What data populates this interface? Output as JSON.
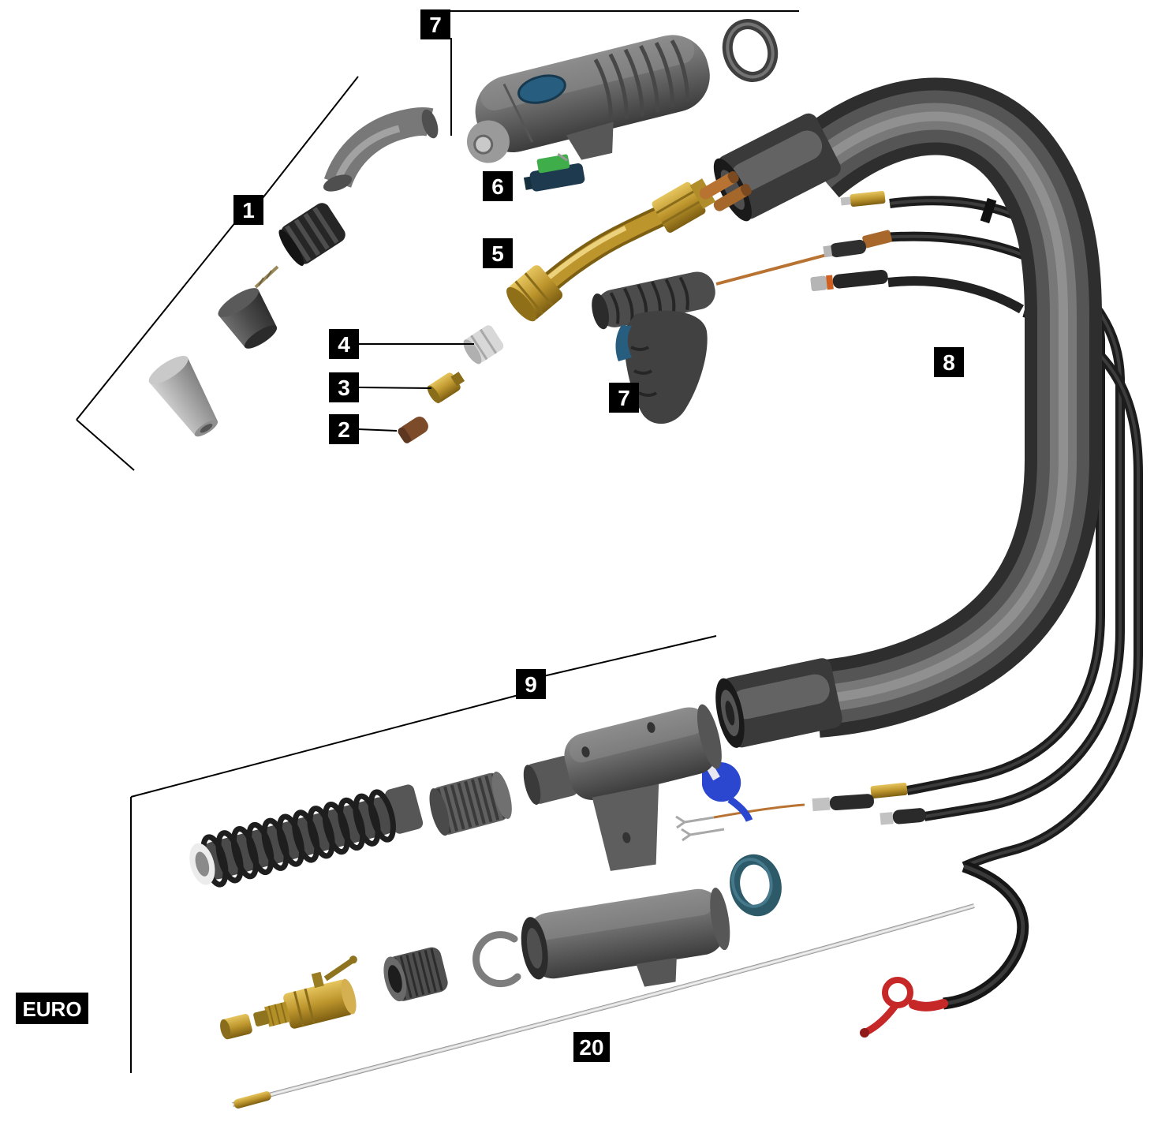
{
  "diagram_kind": "exploded-parts-diagram",
  "callouts": [
    {
      "id": "7-top",
      "text": "7"
    },
    {
      "id": "1",
      "text": "1"
    },
    {
      "id": "6",
      "text": "6"
    },
    {
      "id": "5",
      "text": "5"
    },
    {
      "id": "4",
      "text": "4"
    },
    {
      "id": "3",
      "text": "3"
    },
    {
      "id": "2",
      "text": "2"
    },
    {
      "id": "7-bottom",
      "text": "7"
    },
    {
      "id": "8",
      "text": "8"
    },
    {
      "id": "9",
      "text": "9"
    },
    {
      "id": "20",
      "text": "20"
    },
    {
      "id": "euro",
      "text": "EURO"
    }
  ],
  "parts": [
    {
      "number": "1",
      "name": "front-end-consumables-group"
    },
    {
      "number": "2",
      "name": "contact-tip"
    },
    {
      "number": "3",
      "name": "contact-tip-holder"
    },
    {
      "number": "4",
      "name": "gas-diffuser"
    },
    {
      "number": "5",
      "name": "swan-neck"
    },
    {
      "number": "6",
      "name": "trigger-switch-module"
    },
    {
      "number": "7",
      "name": "handle-shells"
    },
    {
      "number": "8",
      "name": "cable-hose-assembly"
    },
    {
      "number": "9",
      "name": "euro-rear-connector-group"
    },
    {
      "number": "20",
      "name": "wire-liner"
    }
  ],
  "colors": {
    "background": "#ffffff",
    "badge_bg": "#000000",
    "badge_text": "#ffffff",
    "line": "#000000",
    "brass": "#bd952d",
    "copper": "#b87333",
    "steel_gray": "#686868",
    "cable_dark": "#1c1c1c",
    "accent_blue": "#275e80",
    "accent_royal_blue": "#2b46cf",
    "accent_red": "#c62828",
    "accent_teal": "#2c5a68",
    "pcb_green": "#3fae4a",
    "liner_silver": "#d8d8d8"
  }
}
